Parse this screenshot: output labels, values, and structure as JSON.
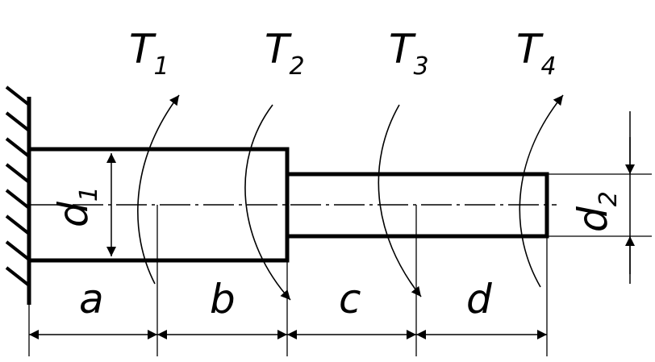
{
  "torques": [
    {
      "symbol": "T",
      "sub": "1"
    },
    {
      "symbol": "T",
      "sub": "2"
    },
    {
      "symbol": "T",
      "sub": "3"
    },
    {
      "symbol": "T",
      "sub": "4"
    }
  ],
  "diameters": [
    {
      "symbol": "d",
      "sub": "1"
    },
    {
      "symbol": "d",
      "sub": "2"
    }
  ],
  "segments": [
    "a",
    "b",
    "c",
    "d"
  ],
  "colors": {
    "line": "#000000",
    "background": "#ffffff"
  }
}
